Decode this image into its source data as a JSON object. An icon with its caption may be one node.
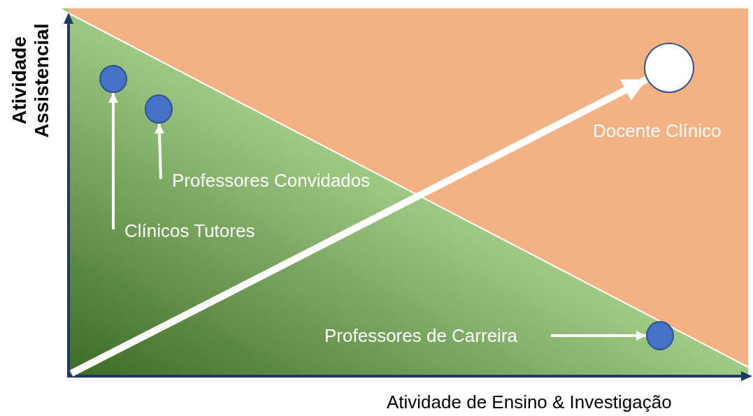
{
  "diagram": {
    "nodes": [
      {
        "text": [],
        "shape": "circle"
      },
      {
        "text": [],
        "shape": "circle"
      },
      {
        "text": [],
        "shape": "circle",
        "beside": [
          "Docente Clínico"
        ]
      },
      {
        "text": [
          "Professores Convidados"
        ]
      },
      {
        "text": [
          "Clínicos Tutores"
        ]
      },
      {
        "text": [
          "Professores de Carreira"
        ]
      },
      {
        "text": [],
        "shape": "circle"
      }
    ],
    "edges": [
      {
        "from": 4,
        "to": 0,
        "arrow": "to"
      },
      {
        "from": 3,
        "to": 1,
        "arrow": "to"
      },
      {
        "from": 5,
        "to": 6,
        "arrow": "to"
      },
      {
        "from": null,
        "to": 2,
        "arrow": "to",
        "style": "thick"
      }
    ],
    "labels": [
      "Atividade Assistencial",
      "Atividade de Ensino & Investigação"
    ]
  }
}
